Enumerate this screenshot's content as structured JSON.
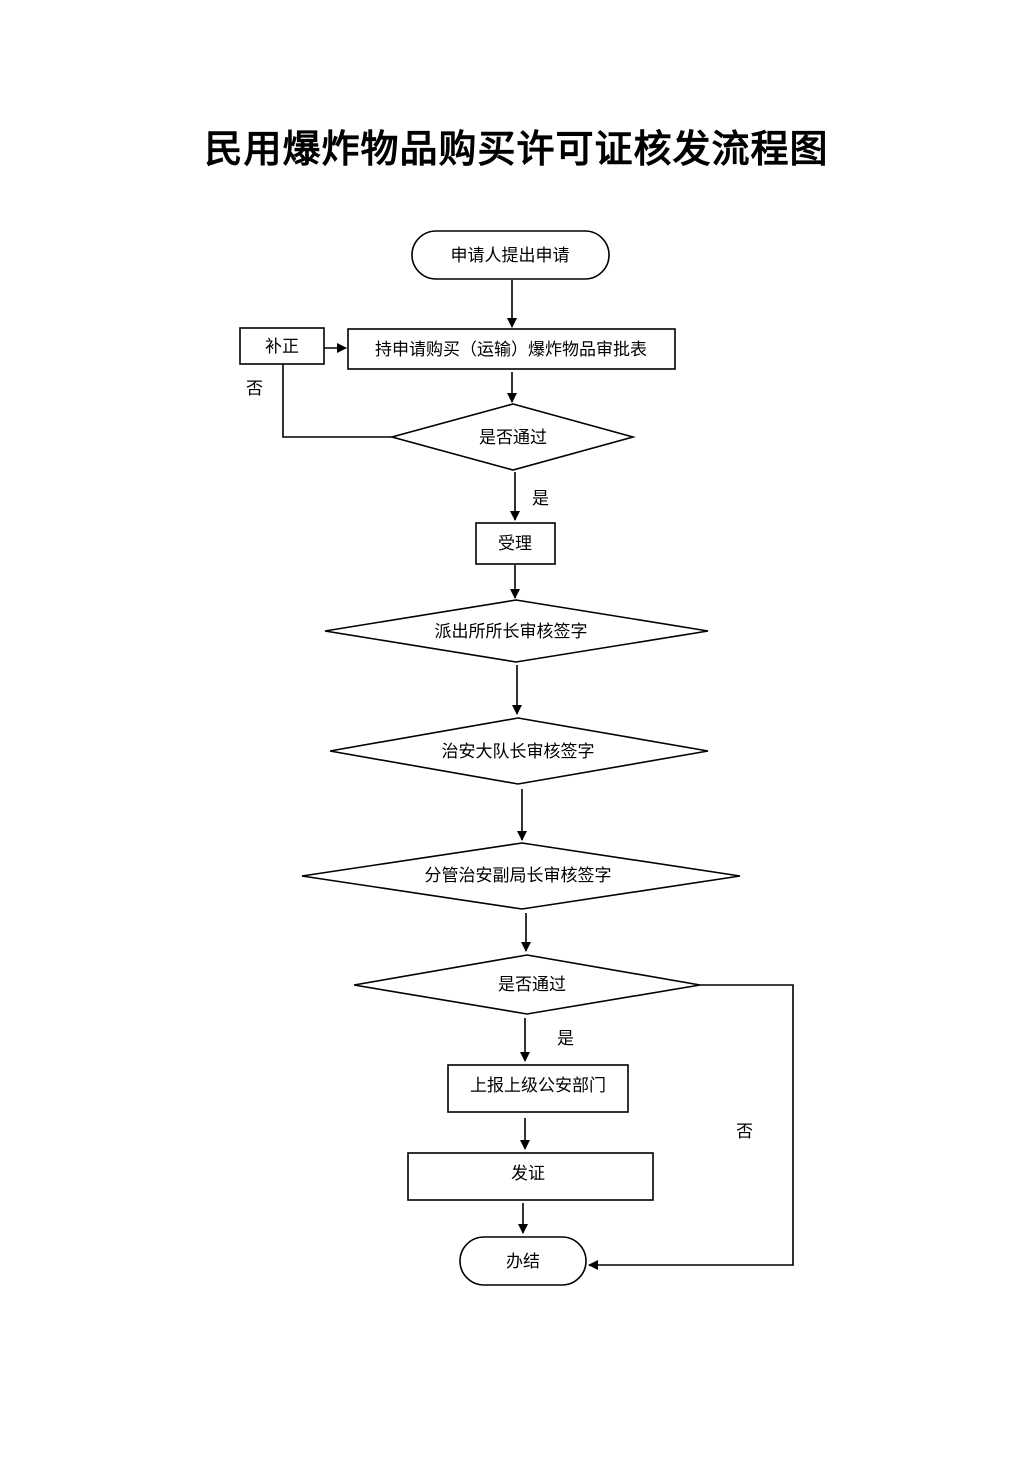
{
  "title": "民用爆炸物品购买许可证核发流程图",
  "nodes": {
    "start": "申请人提出申请",
    "form": "持申请购买（运输）爆炸物品审批表",
    "correct": "补正",
    "check1": "是否通过",
    "accept": "受理",
    "station_chief": "派出所所长审核签字",
    "security_captain": "治安大队长审核签字",
    "deputy_director": "分管治安副局长审核签字",
    "check2": "是否通过",
    "report": "上报上级公安部门",
    "issue": "发证",
    "end": "办结"
  },
  "edges": {
    "check1_no": "否",
    "check1_yes": "是",
    "check2_yes": "是",
    "check2_no": "否"
  }
}
